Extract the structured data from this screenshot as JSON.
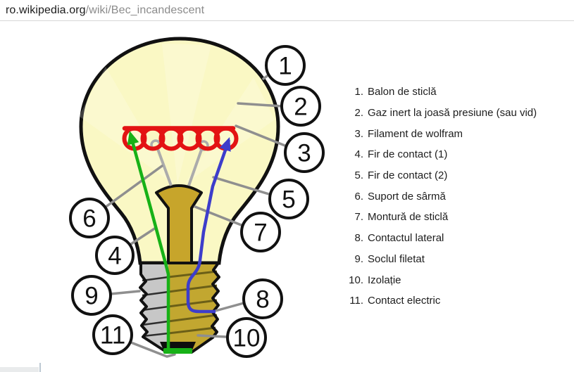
{
  "browser": {
    "url_host": "ro.wikipedia.org",
    "url_path": "/wiki/Bec_incandescent"
  },
  "legend": {
    "items": [
      {
        "num": "1.",
        "label": "Balon de sticlă"
      },
      {
        "num": "2.",
        "label": "Gaz inert la joasă presiune (sau vid)"
      },
      {
        "num": "3.",
        "label": "Filament de wolfram"
      },
      {
        "num": "4.",
        "label": "Fir de contact (1)"
      },
      {
        "num": "5.",
        "label": "Fir de contact (2)"
      },
      {
        "num": "6.",
        "label": "Suport de sârmă"
      },
      {
        "num": "7.",
        "label": "Montură de sticlă"
      },
      {
        "num": "8.",
        "label": "Contactul lateral"
      },
      {
        "num": "9.",
        "label": "Soclul filetat"
      },
      {
        "num": "10.",
        "label": "Izolație"
      },
      {
        "num": "11.",
        "label": "Contact electric"
      }
    ]
  },
  "diagram": {
    "callouts": [
      {
        "label": "1"
      },
      {
        "label": "2"
      },
      {
        "label": "3"
      },
      {
        "label": "4"
      },
      {
        "label": "5"
      },
      {
        "label": "6"
      },
      {
        "label": "7"
      },
      {
        "label": "8"
      },
      {
        "label": "9"
      },
      {
        "label": "10"
      },
      {
        "label": "11"
      }
    ]
  },
  "colors": {
    "glass": "#FAF8C4",
    "outline": "#111111",
    "filament_red": "#E31313",
    "stem_gold": "#C7A52B",
    "base_gold": "#C2A730",
    "base_gray": "#C7C7C7",
    "thread_dark": "#6B5F17",
    "thread_on_gray": "#2E2E2E",
    "contact_black": "#0D0D0D",
    "wire_green": "#17B117",
    "wire_blue": "#3D3DCB",
    "support_gray": "#ABABAB",
    "leader_gray": "#8F8F8F",
    "callout_stroke": "#111111"
  }
}
